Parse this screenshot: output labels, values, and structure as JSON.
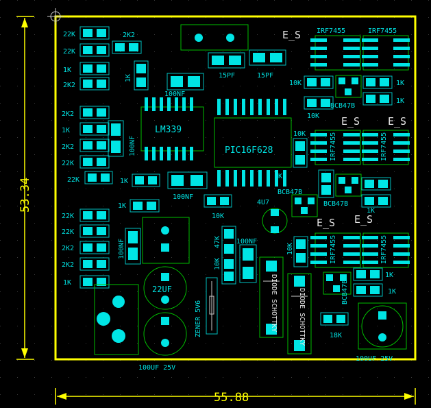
{
  "dimensions": {
    "width": "55.88",
    "height": "53.34"
  },
  "components": {
    "r_22k_1": "22K",
    "r_22k_2": "22K",
    "r_2k2_top": "2K2",
    "r_1k_a": "1K",
    "r_2k2_a": "2K2",
    "r_1k_v": "1K",
    "c_100nf_top": "100NF",
    "c_15pf_1": "15PF",
    "c_15pf_2": "15PF",
    "e_s_1": "E_S",
    "irf_1": "IRF7455",
    "irf_2": "IRF7455",
    "r_10k_a": "10K",
    "r_1k_b": "1K",
    "bcb_1": "BCB47B",
    "r_10k_b": "10K",
    "r_1k_c": "1K",
    "irf_3": "IRF7455",
    "irf_4": "IRF7455",
    "e_s_2": "E_S",
    "e_s_3": "E_S",
    "r_2k2_b": "2K2",
    "r_1k_d": "1K",
    "r_2k2_c": "2K2",
    "r_22k_3": "22K",
    "c_100nf_v": "100NF",
    "ic_lm339": "LM339",
    "ic_pic": "PIC16F628",
    "r_10k_c": "10K",
    "r_22k_4": "22K",
    "r_1k_e": "1K",
    "bcb_2": "BCB47B",
    "bcb_3": "BCB47B",
    "r_1k_f": "1K",
    "c_100nf_b": "100NF",
    "r_1k_g": "1K",
    "r_10k_d": "10K",
    "l_4u7": "4U7",
    "r_1k_h": "1K",
    "r_22k_5": "22K",
    "r_22k_6": "22K",
    "r_2k2_d": "2K2",
    "r_2k2_e": "2K2",
    "r_1k_i": "1K",
    "c_100nf_c": "100NF",
    "r_10k_e": "10K",
    "r_47k": "47K",
    "c_100nf_d": "100NF",
    "r_10k_f": "10K",
    "c_22uf": "22UF",
    "zener": "ZENER 5V6",
    "diode_1": "DIODE SCHOTTKY",
    "diode_2": "DIODE SCHOTTKY",
    "e_s_4": "E_S",
    "e_s_5": "E_S",
    "irf_5": "IRF7455",
    "irf_6": "IRF7455",
    "bcb_4": "BCB47B",
    "r_1k_j": "1K",
    "r_1k_k": "1K",
    "r_18k": "18K",
    "c_100uf_25v_1": "100UF 25V",
    "c_100uf_25v_2": "100UF 25V"
  },
  "colors": {
    "board_outline": "#ffff00",
    "pads": "#00e5e5",
    "outlines": "#00c0c0",
    "silk": "#00c000"
  }
}
